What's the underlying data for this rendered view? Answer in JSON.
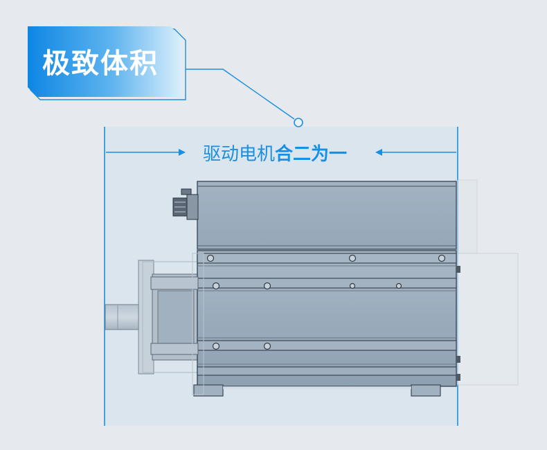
{
  "title": {
    "text": "极致体积"
  },
  "dimension": {
    "label_regular": "驱动电机",
    "label_bold": "合二为一"
  },
  "colors": {
    "accent": "#1a8fe0",
    "badge_start": "#0e86e4",
    "badge_end": "#cfe7f8",
    "highlight_fill": "#d6e4ee",
    "motor_body": "#9eb0c0",
    "motor_dark": "#3a4654",
    "background": "#e6e9ed"
  },
  "icons": {
    "callout_dot": "circle-outline",
    "arrow_left": "arrow-right-head",
    "arrow_right": "arrow-left-head"
  }
}
